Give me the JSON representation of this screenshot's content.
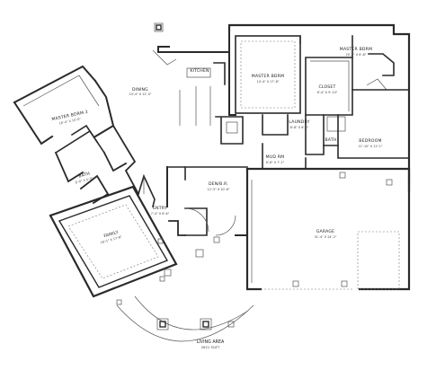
{
  "plan": {
    "caption": {
      "title": "LIVING AREA",
      "area": "2621 SQFT"
    },
    "rooms": {
      "master_bdrm": {
        "name": "MASTER BDRM",
        "dims": "14'-4\" X 17'-8\""
      },
      "master_bdrm_2": {
        "name": "MASTER BDRM 2",
        "dims": "16'-4\" X 15'-0\""
      },
      "master_bath": {
        "name": "MASTER BDRM",
        "dims": "20'-8\" X 6'-8\""
      },
      "kitchen": {
        "name": "KITCHEN",
        "dims": ""
      },
      "dining": {
        "name": "DINING",
        "dims": "19'-4\" X 12'-0\""
      },
      "closet": {
        "name": "CLOSET",
        "dims": "8'-4\" X 9'-10\""
      },
      "laundry": {
        "name": "LAUNDRY",
        "dims": "8'-8\" X 6'-0\""
      },
      "bath_2": {
        "name": "BATH",
        "dims": ""
      },
      "bath": {
        "name": "BATH",
        "dims": "9'-0\" X 5'-0\""
      },
      "bedroom": {
        "name": "BEDROOM",
        "dims": "11'-10\" X 12'-1\""
      },
      "mud_rm": {
        "name": "MUD RM",
        "dims": "6'-8\" X 7'-1\""
      },
      "den": {
        "name": "DEN/B.R.",
        "dims": "12'-5\" X 10'-6\""
      },
      "entry": {
        "name": "ENTRY",
        "dims": "7'-4\" X 8'-6\""
      },
      "family": {
        "name": "FAMILY",
        "dims": "18'-1\" X 17'-8\""
      },
      "garage": {
        "name": "GARAGE",
        "dims": "31'-4\" X 24'-2\""
      }
    }
  }
}
